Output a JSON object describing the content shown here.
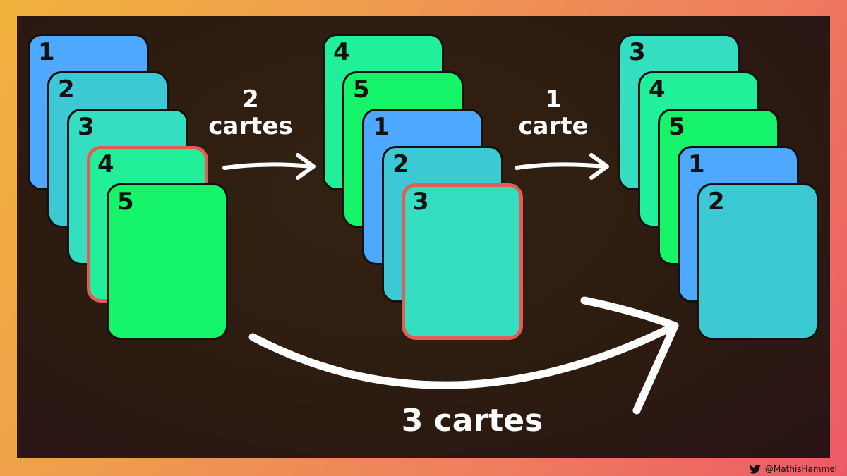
{
  "deck1": {
    "cards": [
      {
        "n": "1",
        "color": "#4ea8ff"
      },
      {
        "n": "2",
        "color": "#3cc9d4"
      },
      {
        "n": "3",
        "color": "#34dec0"
      },
      {
        "n": "4",
        "color": "#22ef9a"
      },
      {
        "n": "5",
        "color": "#16f569"
      }
    ]
  },
  "deck2": {
    "cards": [
      {
        "n": "4",
        "color": "#22ef9a"
      },
      {
        "n": "5",
        "color": "#16f569"
      },
      {
        "n": "1",
        "color": "#4ea8ff"
      },
      {
        "n": "2",
        "color": "#3cc9d4"
      },
      {
        "n": "3",
        "color": "#34dec0"
      }
    ]
  },
  "deck3": {
    "cards": [
      {
        "n": "3",
        "color": "#34dec0"
      },
      {
        "n": "4",
        "color": "#22ef9a"
      },
      {
        "n": "5",
        "color": "#16f569"
      },
      {
        "n": "1",
        "color": "#4ea8ff"
      },
      {
        "n": "2",
        "color": "#3cc9d4"
      }
    ]
  },
  "arrow1": {
    "line1": "2",
    "line2": "cartes"
  },
  "arrow2": {
    "line1": "1",
    "line2": "carte"
  },
  "arrow3": {
    "label": "3 cartes"
  },
  "highlight_color": "#e65a58",
  "credit": {
    "icon": "twitter-bird-icon",
    "handle": "@MathisHammel"
  }
}
